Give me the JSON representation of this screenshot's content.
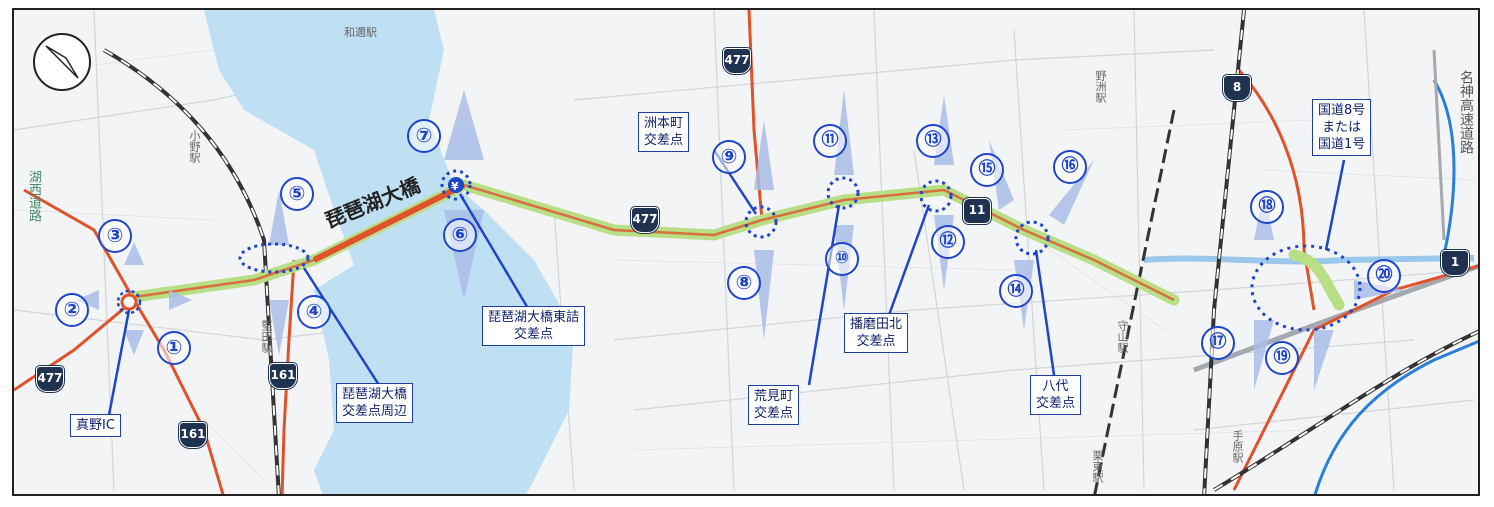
{
  "map": {
    "bridge_name": "琵琶湖大橋",
    "colors": {
      "lake": "#bfe0f2",
      "river": "#2a7fd6",
      "target_route": "#b8de86",
      "national_road": "#e0522a",
      "railway": "#333333",
      "arrow": "#a9bde8",
      "numbering": "#1f45c8"
    },
    "compass_icon": "north-arrow-compass",
    "route_shields": [
      "477",
      "477",
      "477",
      "161",
      "161",
      "8",
      "1"
    ],
    "hex_shields": [
      "11"
    ],
    "stations": [
      "和邇駅",
      "小野駅",
      "堅田駅",
      "野洲駅",
      "守山駅",
      "栗東駅",
      "手原駅"
    ],
    "road_labels": [
      "湖西道路",
      "名神高速道路"
    ],
    "interchange": "真野IC",
    "toll_icon": "¥"
  },
  "points": [
    "①",
    "②",
    "③",
    "④",
    "⑤",
    "⑥",
    "⑦",
    "⑧",
    "⑨",
    "⑩",
    "⑪",
    "⑫",
    "⑬",
    "⑭",
    "⑮",
    "⑯",
    "⑰",
    "⑱",
    "⑲",
    "⑳"
  ],
  "callouts": {
    "mano_ic": "真野IC",
    "biwako_bridge_area": [
      "琵琶湖大橋",
      "交差点周辺"
    ],
    "biwako_bridge_east": [
      "琵琶湖大橋東詰",
      "交差点"
    ],
    "suhoncho": [
      "洲本町",
      "交差点"
    ],
    "aramicho": [
      "荒見町",
      "交差点"
    ],
    "harimadakita": [
      "播磨田北",
      "交差点"
    ],
    "yashiro": [
      "八代",
      "交差点"
    ],
    "national_route": [
      "国道8号",
      "または",
      "国道1号"
    ]
  }
}
